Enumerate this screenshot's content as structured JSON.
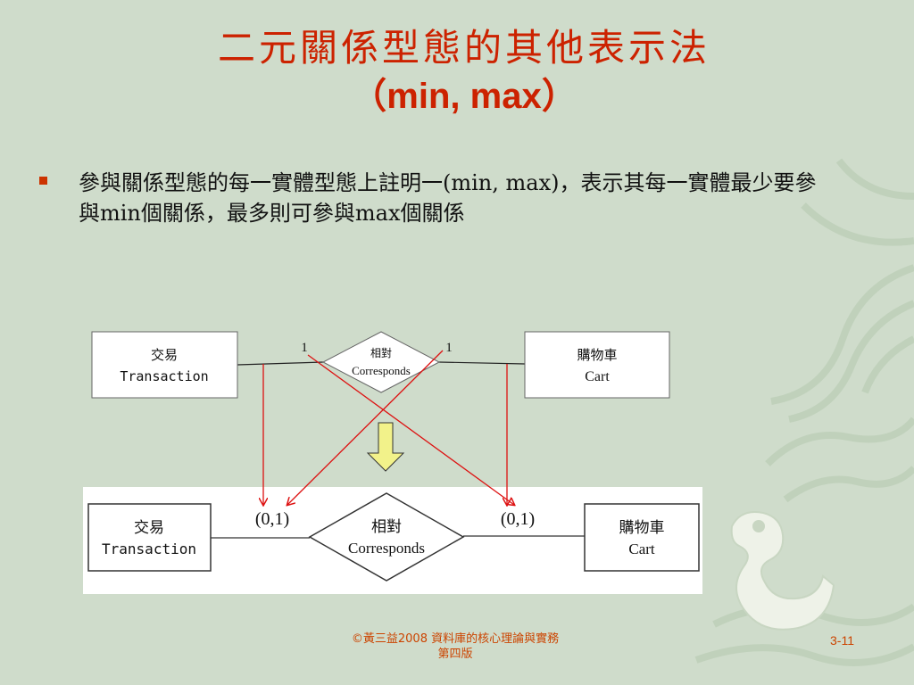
{
  "slide": {
    "title_line1": "二元關係型態的其他表示法",
    "title_line2": "（min, max）",
    "bullet": "參與關係型態的每一實體型態上註明一(min, max)，表示其每一實體最少要參與min個關係，最多則可參與max個關係",
    "footer_line1": "©黃三益2008 資料庫的核心理論與實務",
    "footer_line2": "第四版",
    "page_number": "3-11"
  },
  "diagram": {
    "top": {
      "entity_left_cn": "交易",
      "entity_left_en": "Transaction",
      "relation_cn": "相對",
      "relation_en": "Corresponds",
      "entity_right_cn": "購物車",
      "entity_right_en": "Cart",
      "card_left": "1",
      "card_right": "1"
    },
    "bottom": {
      "entity_left_cn": "交易",
      "entity_left_en": "Transaction",
      "relation_cn": "相對",
      "relation_en": "Corresponds",
      "entity_right_cn": "購物車",
      "entity_right_en": "Cart",
      "card_left": "(0,1)",
      "card_right": "(0,1)"
    }
  },
  "colors": {
    "title": "#cc2200",
    "bullet_marker": "#cc3300",
    "arrow": "#dd1111",
    "background": "#cfdccb",
    "down_arrow_fill": "#f2f28a"
  }
}
